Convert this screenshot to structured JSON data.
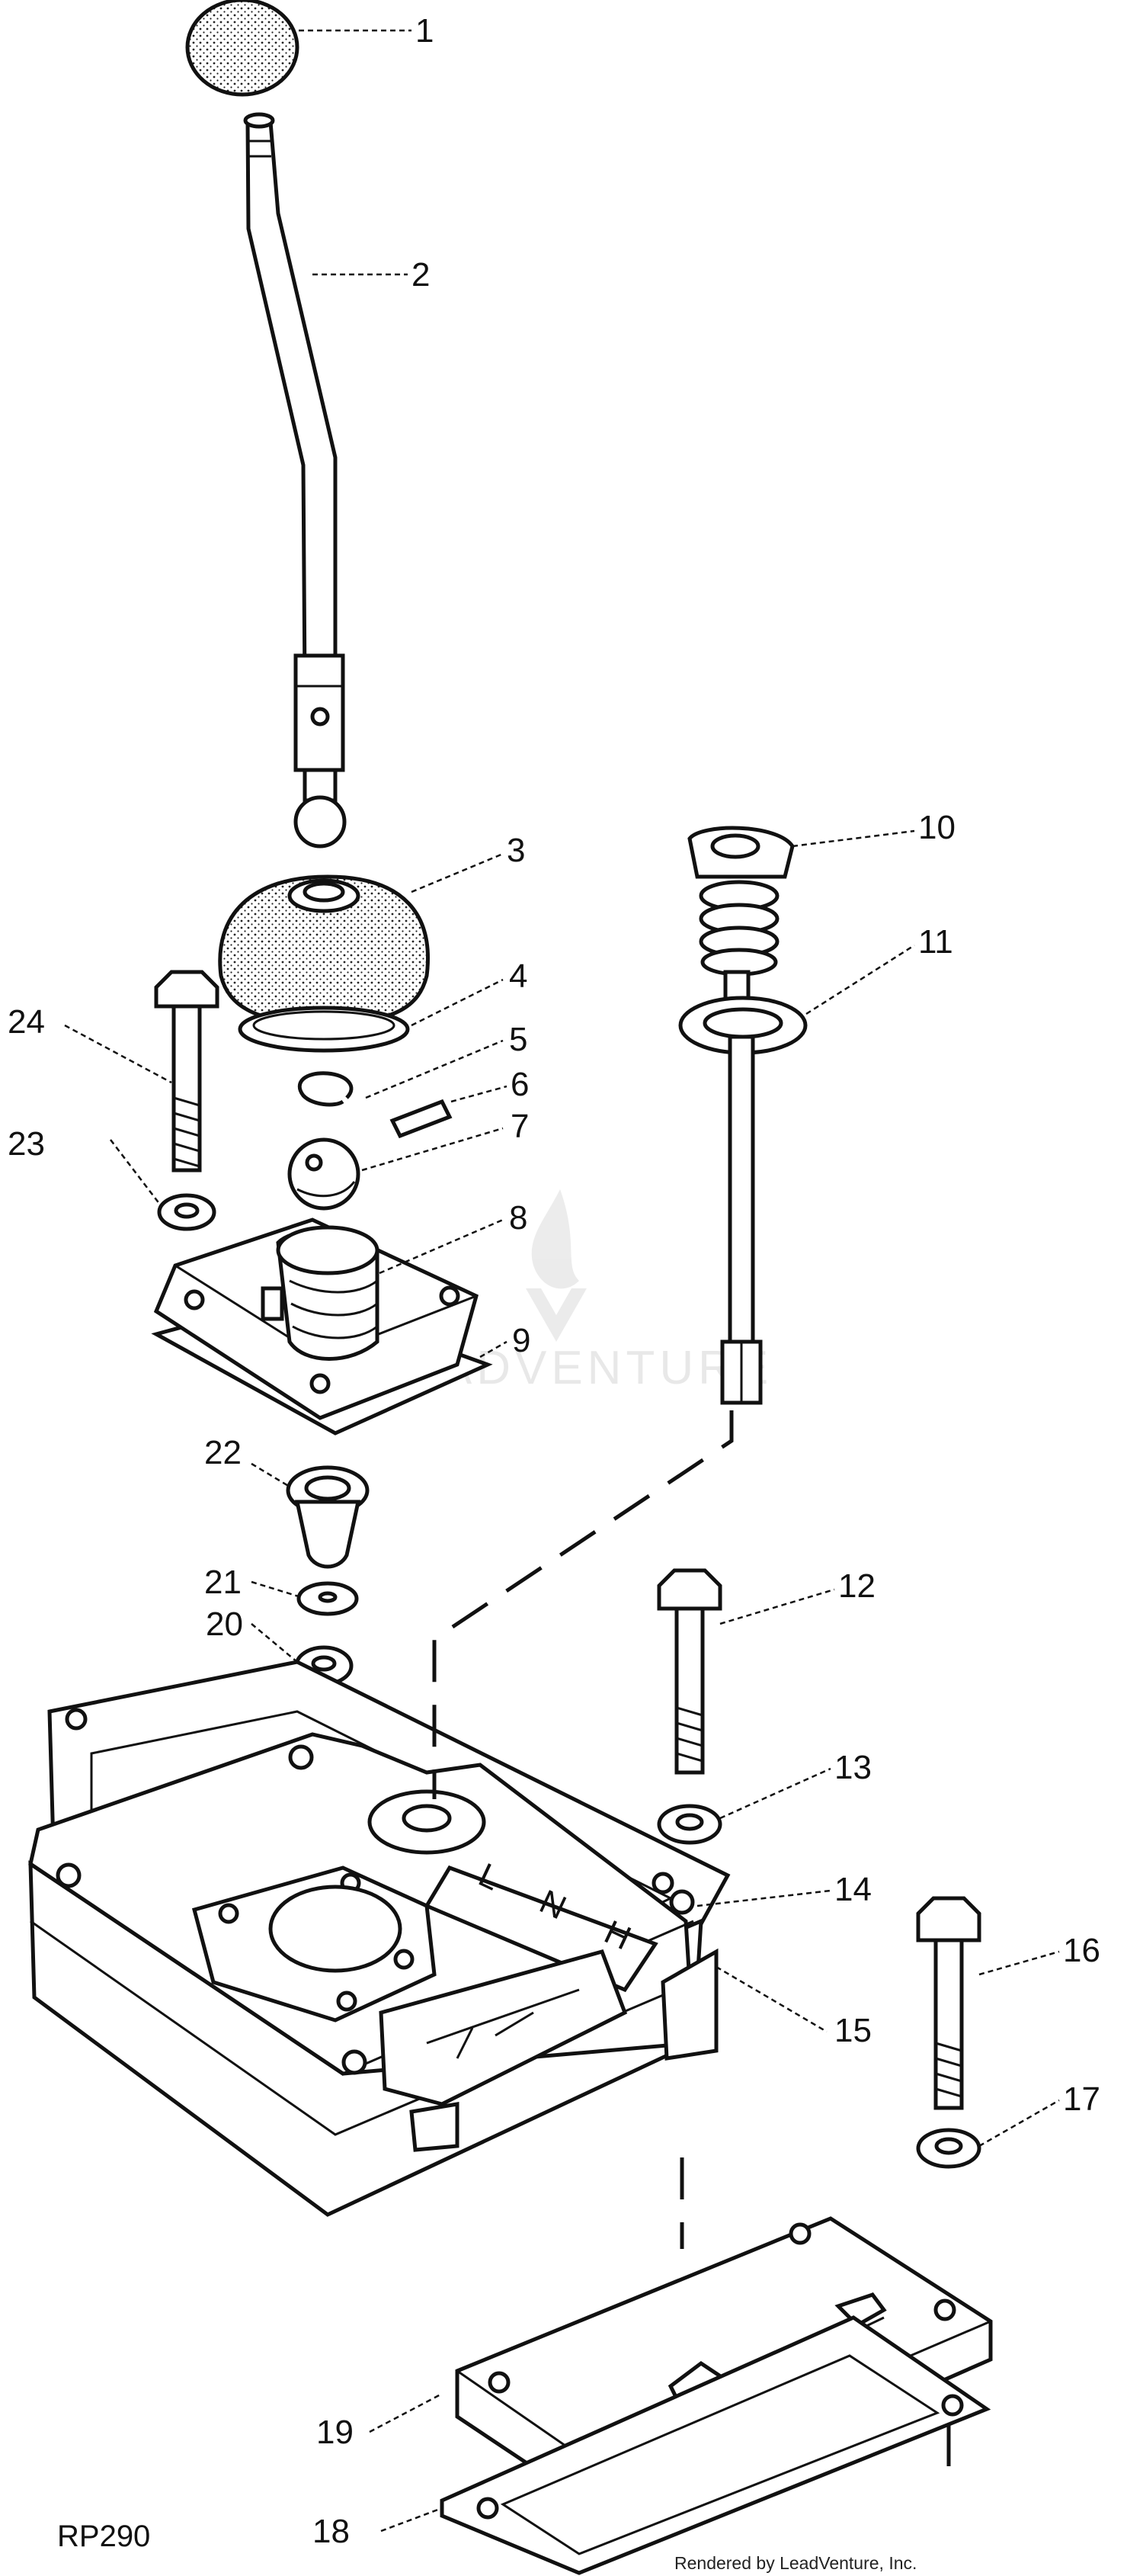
{
  "callouts": [
    {
      "n": "1"
    },
    {
      "n": "2"
    },
    {
      "n": "3"
    },
    {
      "n": "4"
    },
    {
      "n": "5"
    },
    {
      "n": "6"
    },
    {
      "n": "7"
    },
    {
      "n": "8"
    },
    {
      "n": "9"
    },
    {
      "n": "10"
    },
    {
      "n": "11"
    },
    {
      "n": "12"
    },
    {
      "n": "13"
    },
    {
      "n": "14"
    },
    {
      "n": "15"
    },
    {
      "n": "16"
    },
    {
      "n": "17"
    },
    {
      "n": "18"
    },
    {
      "n": "19"
    },
    {
      "n": "20"
    },
    {
      "n": "21"
    },
    {
      "n": "22"
    },
    {
      "n": "23"
    },
    {
      "n": "24"
    }
  ],
  "figure_code": "RP290",
  "credit": "Rendered by LeadVenture, Inc.",
  "watermark": "LEADVENTURE",
  "plate_marks": [
    "L",
    "N",
    "H"
  ]
}
